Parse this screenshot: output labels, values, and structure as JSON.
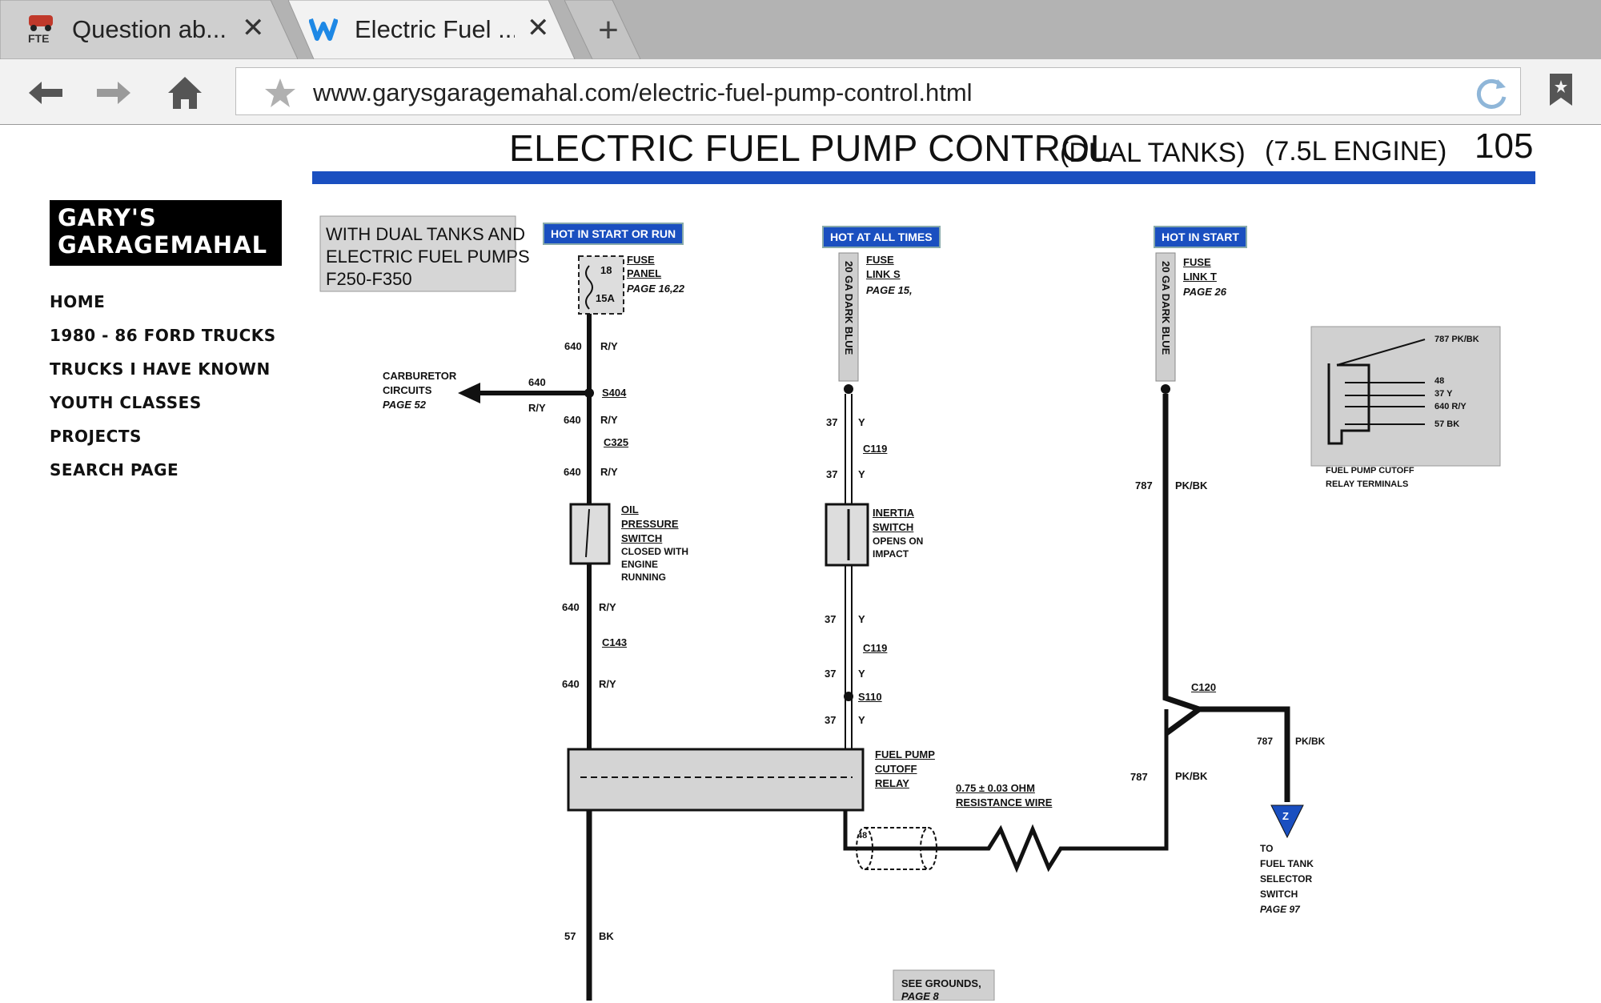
{
  "browser": {
    "tabs": [
      {
        "title": "Question ab...",
        "favicon": "fte-icon",
        "active": false
      },
      {
        "title": "Electric Fuel ...",
        "favicon": "weebly-w-icon",
        "active": true
      }
    ],
    "new_tab_label": "+",
    "close_label": "✕",
    "url": "www.garysgaragemahal.com/electric-fuel-pump-control.html"
  },
  "site": {
    "logo_line1": "GARY'S",
    "logo_line2": "GARAGEMAHAL",
    "nav": [
      "HOME",
      "1980 - 86 FORD TRUCKS",
      "TRUCKS I HAVE KNOWN",
      "YOUTH CLASSES",
      "PROJECTS",
      "SEARCH PAGE"
    ]
  },
  "diagram": {
    "title_main": "ELECTRIC FUEL PUMP CONTROL",
    "title_sub1": "(DUAL TANKS)",
    "title_sub2": "(7.5L ENGINE)",
    "page_number": "105",
    "note_line1": "WITH DUAL TANKS AND",
    "note_line2": "ELECTRIC FUEL PUMPS",
    "note_line3": "F250-F350",
    "hot_start_run": "HOT IN START OR RUN",
    "hot_all_times": "HOT AT ALL TIMES",
    "hot_in_start": "HOT IN START",
    "fuse_panel": [
      "FUSE",
      "PANEL",
      "PAGE 16,22"
    ],
    "fuse_num": "18",
    "fuse_amp": "15A",
    "fuse_link_s": [
      "FUSE",
      "LINK S",
      "PAGE 15,"
    ],
    "fuse_link_t": [
      "FUSE",
      "LINK T",
      "PAGE 26"
    ],
    "wire_blue": "20 GA DARK BLUE",
    "carb": [
      "CARBURETOR",
      "CIRCUITS",
      "PAGE 52"
    ],
    "w640": "640",
    "ry": "R/Y",
    "s404": "S404",
    "c325": "C325",
    "c143": "C143",
    "c119": "C119",
    "s110": "S110",
    "c120": "C120",
    "w37": "37",
    "y": "Y",
    "w787": "787",
    "pkbk": "PK/BK",
    "w57": "57",
    "bk": "BK",
    "w48": "48",
    "oil_switch": [
      "OIL",
      "PRESSURE",
      "SWITCH",
      "CLOSED WITH",
      "ENGINE",
      "RUNNING"
    ],
    "inertia": [
      "INERTIA",
      "SWITCH",
      "OPENS ON",
      "IMPACT"
    ],
    "relay": [
      "FUEL PUMP",
      "CUTOFF",
      "RELAY"
    ],
    "resist": [
      "0.75 ± 0.03 OHM",
      "RESISTANCE WIRE"
    ],
    "to_selector": [
      "TO",
      "FUEL TANK",
      "SELECTOR",
      "SWITCH",
      "PAGE 97"
    ],
    "z_label": "Z",
    "terminals": [
      "787  PK/BK",
      "48",
      "37 Y",
      "640 R/Y",
      "57 BK"
    ],
    "terminals_caption": [
      "FUEL PUMP CUTOFF",
      "RELAY TERMINALS"
    ],
    "grounds": [
      "SEE GROUNDS,",
      "PAGE 8"
    ]
  },
  "colors": {
    "tab_bar": "#b3b3b3",
    "toolbar": "#f2f2f2",
    "title_bar_blue": "#1a4fc0",
    "logo_bg": "#000000"
  }
}
